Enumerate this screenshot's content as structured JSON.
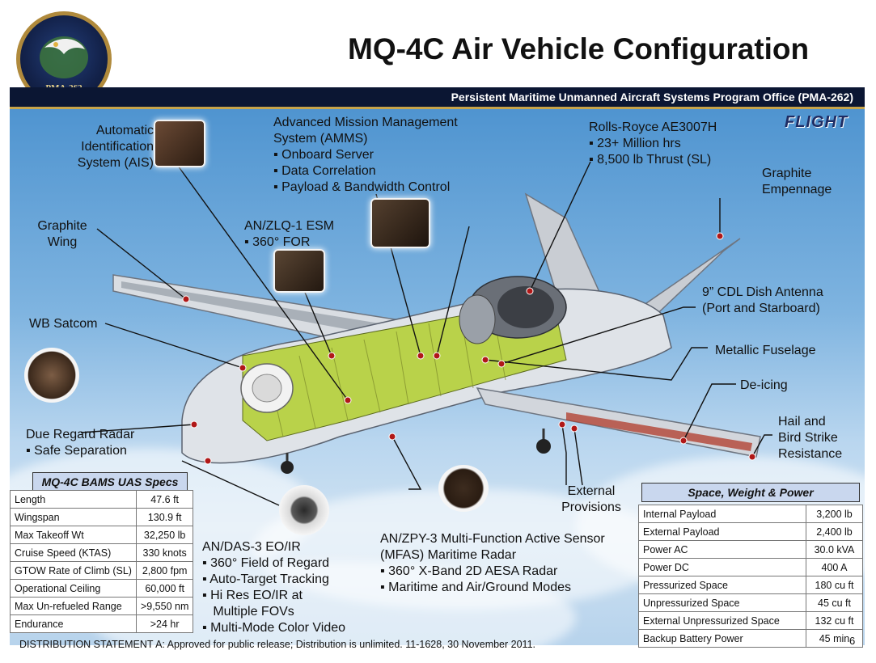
{
  "header": {
    "title": "MQ-4C Air Vehicle Configuration",
    "subtitle": "Persistent Maritime Unmanned Aircraft Systems Program Office  (PMA-262)",
    "logo_text": "PMA-262",
    "brand": "FLIGHT"
  },
  "callouts": {
    "ais": [
      "Automatic",
      "Identification",
      "System (AIS)"
    ],
    "amms": [
      "Advanced Mission Management",
      "System (AMMS)",
      "▪ Onboard Server",
      "▪ Data Correlation",
      "▪ Payload & Bandwidth Control"
    ],
    "engine": [
      "Rolls-Royce AE3007H",
      "▪ 23+ Million hrs",
      "▪ 8,500 lb Thrust (SL)"
    ],
    "empennage": [
      "Graphite",
      "Empennage"
    ],
    "wing": [
      "Graphite",
      "Wing"
    ],
    "esm": [
      "AN/ZLQ-1 ESM",
      "▪ 360° FOR"
    ],
    "cdl": [
      "9” CDL Dish Antenna",
      "(Port and Starboard)"
    ],
    "satcom": [
      "WB Satcom"
    ],
    "fuselage": [
      "Metallic Fuselage"
    ],
    "deicing": [
      "De-icing"
    ],
    "hail": [
      "Hail and",
      "Bird Strike",
      "Resistance"
    ],
    "radar": [
      "Due Regard Radar",
      "▪ Safe Separation"
    ],
    "external": [
      "External",
      "Provisions"
    ],
    "eoir": [
      "AN/DAS-3 EO/IR",
      "▪ 360° Field of Regard",
      "▪ Auto-Target Tracking",
      "▪ Hi Res EO/IR at",
      "   Multiple FOVs",
      "▪ Multi-Mode Color Video"
    ],
    "mfas": [
      "AN/ZPY-3 Multi-Function Active Sensor",
      "(MFAS) Maritime Radar",
      "▪ 360° X-Band 2D AESA Radar",
      "▪ Maritime and Air/Ground Modes"
    ]
  },
  "specs": {
    "title": "MQ-4C BAMS UAS Specs",
    "rows": [
      [
        "Length",
        "47.6 ft"
      ],
      [
        "Wingspan",
        "130.9 ft"
      ],
      [
        "Max Takeoff Wt",
        "32,250 lb"
      ],
      [
        "Cruise Speed (KTAS)",
        "330 knots"
      ],
      [
        "GTOW Rate of Climb (SL)",
        "2,800 fpm"
      ],
      [
        "Operational Ceiling",
        "60,000 ft"
      ],
      [
        "Max Un-refueled Range",
        ">9,550 nm"
      ],
      [
        "Endurance",
        ">24 hr"
      ]
    ]
  },
  "swap": {
    "title": "Space, Weight  & Power",
    "rows": [
      [
        "Internal Payload",
        "3,200 lb"
      ],
      [
        "External Payload",
        "2,400 lb"
      ],
      [
        "Power AC",
        "30.0 kVA"
      ],
      [
        "Power DC",
        "400 A"
      ],
      [
        "Pressurized Space",
        "180 cu ft"
      ],
      [
        "Unpressurized Space",
        "45 cu ft"
      ],
      [
        "External Unpressurized Space",
        "132  cu ft"
      ],
      [
        "Backup Battery Power",
        "45 min"
      ]
    ]
  },
  "footer": {
    "statement": "DISTRIBUTION STATEMENT A: Approved for public release; Distribution is unlimited. 11-1628,  30 November  2011.",
    "page": "6"
  },
  "colors": {
    "banner": "#0b1633",
    "accent_gold": "#c8a44a",
    "table_header": "#c9d7ee",
    "cutaway_green": "#b9d24a",
    "leader_line": "#111111",
    "marker_red": "#b01818"
  }
}
